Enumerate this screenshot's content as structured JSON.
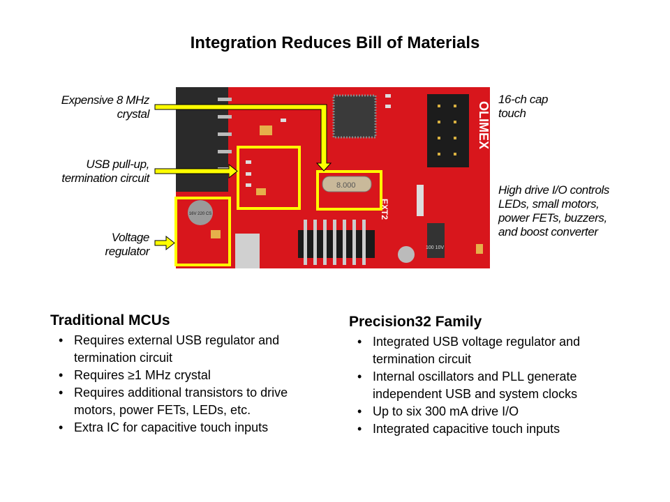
{
  "title": "Integration Reduces Bill of Materials",
  "callouts": {
    "crystal": [
      "Expensive 8 MHz",
      "crystal"
    ],
    "usb": [
      "USB pull-up,",
      "termination circuit"
    ],
    "regulator": [
      "Voltage",
      "regulator"
    ],
    "cap_touch": [
      "16-ch cap",
      "touch"
    ],
    "high_drive": [
      "High drive I/O controls",
      "LEDs, small motors,",
      "power FETs, buzzers,",
      "and boost converter"
    ]
  },
  "board": {
    "brand": "OLIMEX",
    "connector_label": "EXT2",
    "crystal_marking": "8.000",
    "capacitor_marking": "100 10V",
    "electrolytic_marking": "16V 220 CS"
  },
  "colors": {
    "board": "#d8161c",
    "highlight": "#ffff00"
  },
  "traditional": {
    "heading": "Traditional MCUs",
    "bullets": [
      "Requires external USB regulator and termination circuit",
      "Requires ≥1 MHz crystal",
      "Requires additional transistors to drive motors, power FETs, LEDs, etc.",
      "Extra IC for capacitive touch inputs"
    ]
  },
  "precision32": {
    "heading": "Precision32 Family",
    "bullets": [
      "Integrated USB voltage regulator and termination circuit",
      "Internal oscillators and PLL generate independent USB and system clocks",
      "Up to six 300 mA drive I/O",
      "Integrated capacitive touch inputs"
    ]
  }
}
